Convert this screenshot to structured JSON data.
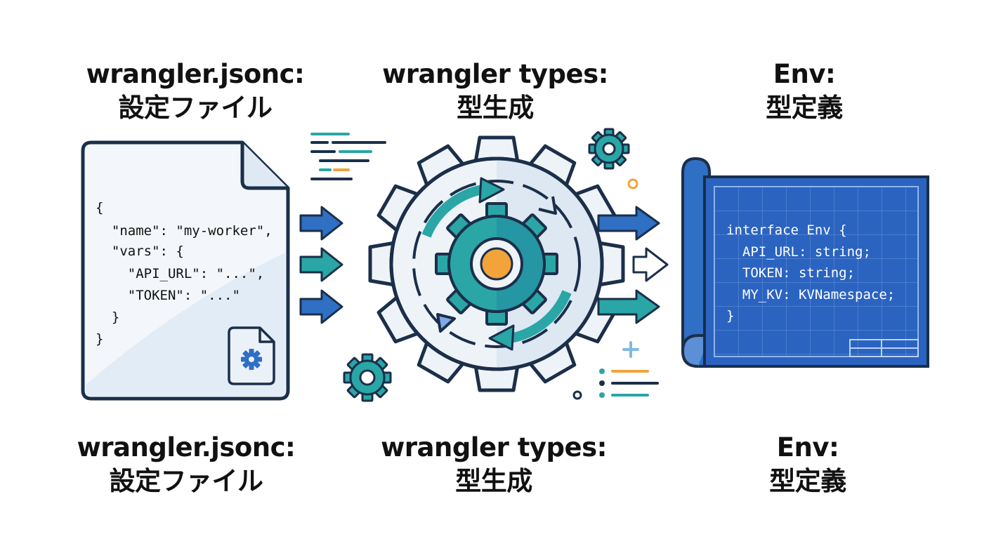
{
  "top_labels": [
    {
      "title": "wrangler.jsonc:",
      "subtitle": "設定ファイル"
    },
    {
      "title": "wrangler types:",
      "subtitle": "型生成"
    },
    {
      "title": "Env:",
      "subtitle": "型定義"
    }
  ],
  "bottom_labels": [
    {
      "title": "wrangler.jsonc:",
      "subtitle": "設定ファイル"
    },
    {
      "title": "wrangler types:",
      "subtitle": "型生成"
    },
    {
      "title": "Env:",
      "subtitle": "型定義"
    }
  ],
  "config_file": {
    "lines": [
      "{",
      "  \"name\": \"my-worker\",",
      "  \"vars\": {",
      "    \"API_URL\": \"...\",",
      "    \"TOKEN\": \"...\"",
      "  }",
      "}"
    ]
  },
  "env_blueprint": {
    "lines": [
      "interface Env {",
      "  API_URL: string;",
      "  TOKEN: string;",
      "  MY_KV: KVNamespace;",
      "}"
    ]
  },
  "colors": {
    "outline": "#1b2f4a",
    "blue": "#2f6fc4",
    "teal": "#2aa6a6",
    "orange": "#f2a33a",
    "pale": "#eaf1f8",
    "blueprint": "#2b63c0"
  }
}
